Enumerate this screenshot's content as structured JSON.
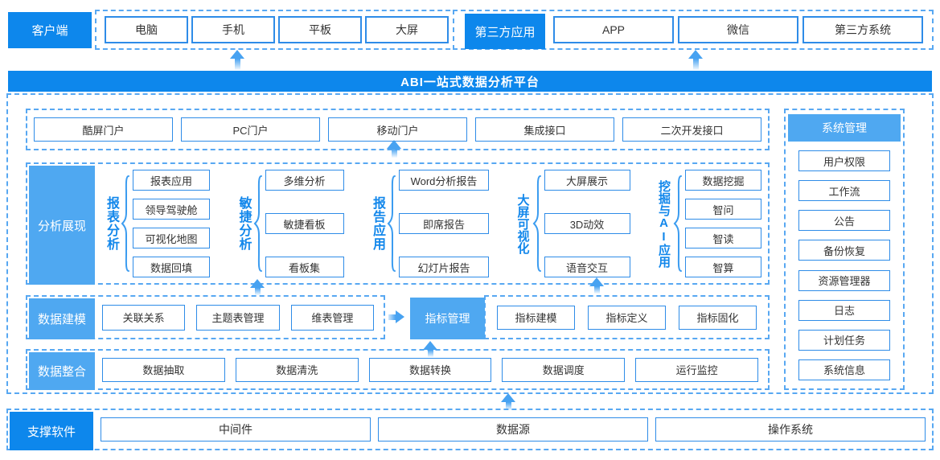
{
  "palette": {
    "primary": "#0d87ec",
    "light": "#4fa8f1",
    "border": "#2e8ce8",
    "dash": "#58a8f2",
    "ink": "#333333",
    "label": "#1287eb",
    "arrow": "#47a2f1"
  },
  "top": {
    "client": {
      "label": "客户端",
      "items": [
        "电脑",
        "手机",
        "平板",
        "大屏"
      ]
    },
    "third_party": {
      "label": "第三方应用",
      "items": [
        "APP",
        "微信",
        "第三方系统"
      ]
    }
  },
  "banner": {
    "title": "ABI一站式数据分析平台"
  },
  "portals": [
    "酷屏门户",
    "PC门户",
    "移动门户",
    "集成接口",
    "二次开发接口"
  ],
  "system": {
    "label": "系统管理",
    "items": [
      "用户权限",
      "工作流",
      "公告",
      "备份恢复",
      "资源管理器",
      "日志",
      "计划任务",
      "系统信息"
    ]
  },
  "analysis": {
    "label": "分析展现",
    "groups": [
      {
        "name": "报表分析",
        "items": [
          "报表应用",
          "领导驾驶舱",
          "可视化地图",
          "数据回填"
        ]
      },
      {
        "name": "敏捷分析",
        "items": [
          "多维分析",
          "敏捷看板",
          "看板集"
        ]
      },
      {
        "name": "报告应用",
        "items": [
          "Word分析报告",
          "即席报告",
          "幻灯片报告"
        ]
      },
      {
        "name": "大屏可视化",
        "items": [
          "大屏展示",
          "3D动效",
          "语音交互"
        ]
      },
      {
        "name": "挖掘与AI应用",
        "items": [
          "数据挖掘",
          "智问",
          "智读",
          "智算"
        ]
      }
    ]
  },
  "modeling": {
    "label": "数据建模",
    "items": [
      "关联关系",
      "主题表管理",
      "维表管理"
    ],
    "indicator": {
      "label": "指标管理",
      "items": [
        "指标建模",
        "指标定义",
        "指标固化"
      ]
    }
  },
  "integration": {
    "label": "数据整合",
    "items": [
      "数据抽取",
      "数据清洗",
      "数据转换",
      "数据调度",
      "运行监控"
    ]
  },
  "support": {
    "label": "支撑软件",
    "items": [
      "中间件",
      "数据源",
      "操作系统"
    ]
  }
}
